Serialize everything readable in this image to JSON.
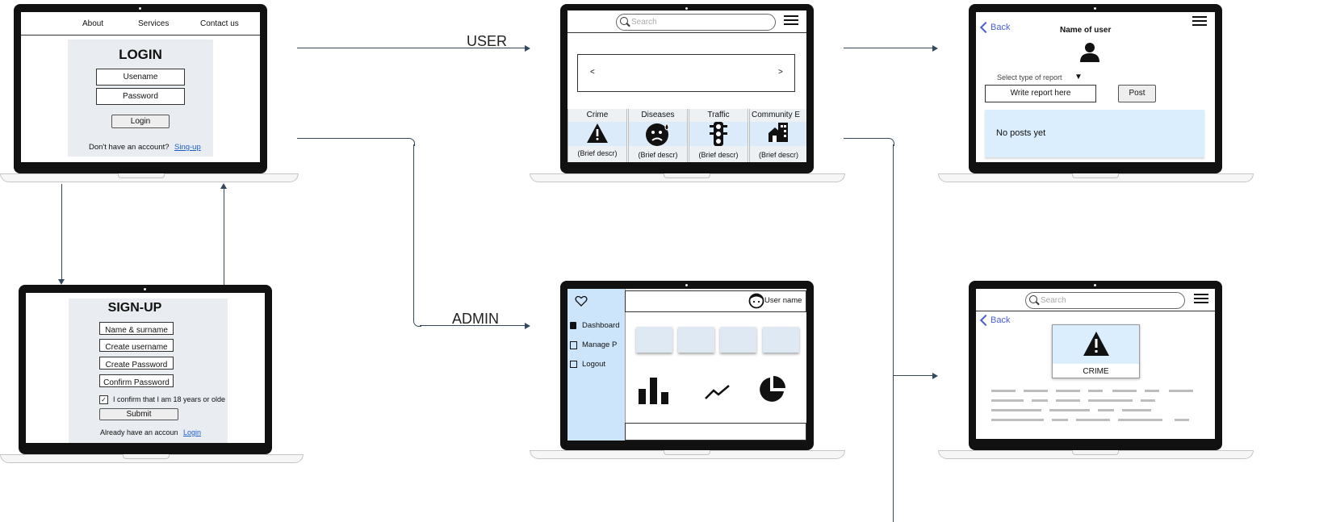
{
  "edges": {
    "user_label": "USER",
    "admin_label": "ADMIN"
  },
  "login": {
    "nav": [
      "About",
      "Services",
      "Contact us"
    ],
    "title": "LOGIN",
    "username_placeholder": "Usename",
    "password_placeholder": "Password",
    "login_button": "Login",
    "no_account_text": "Don't have an account?",
    "signup_link": "Sing-up"
  },
  "signup": {
    "title": "SIGN-UP",
    "fields": [
      "Name & surname",
      "Create username",
      "Create Password",
      "Confirm Password"
    ],
    "confirm_label": "I confirm that I am 18 years or olde",
    "submit_button": "Submit",
    "already_text": "Already have an accoun",
    "login_link": "Login"
  },
  "user_home": {
    "search_placeholder": "Search",
    "carousel_prev": "<",
    "carousel_next": ">",
    "categories": [
      {
        "name": "Crime",
        "desc": "(Brief descr)",
        "icon": "warning-icon"
      },
      {
        "name": "Diseases",
        "desc": "(Brief descr)",
        "icon": "sick-face-icon"
      },
      {
        "name": "Traffic",
        "desc": "(Brief descr)",
        "icon": "traffic-light-icon"
      },
      {
        "name": "Community E",
        "desc": "(Brief descr)",
        "icon": "community-building-icon"
      }
    ]
  },
  "report": {
    "back": "Back",
    "user_name": "Name of user",
    "select_label": "Select type of report",
    "select_arrow": "▼",
    "write_placeholder": "Write report here",
    "post_button": "Post",
    "empty_text": "No posts yet"
  },
  "admin": {
    "user_name": "User name",
    "menu": [
      "Dashboard",
      "Manage P",
      "Logout"
    ],
    "sidebar_color": "#cce5fb"
  },
  "crime_detail": {
    "search_placeholder": "Search",
    "back": "Back",
    "category": "CRIME"
  },
  "colors": {
    "connector": "#34495e",
    "accent_link": "#4a5fd0",
    "panel": "#dbeefd"
  }
}
